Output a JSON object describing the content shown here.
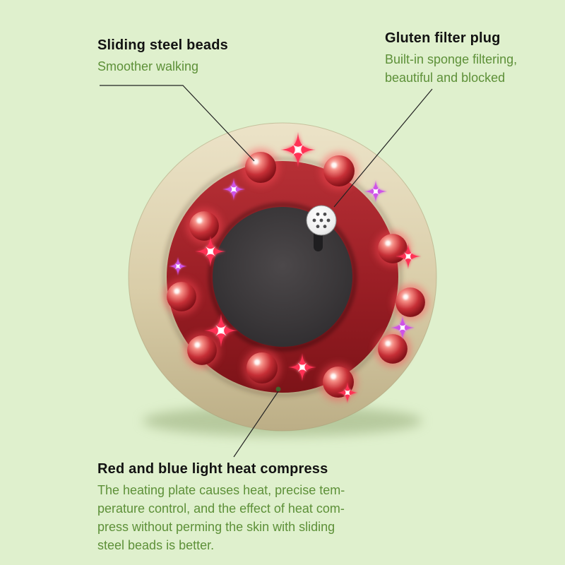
{
  "page": {
    "background_color": "#dff0cd"
  },
  "annotations": {
    "steel_beads": {
      "title": "Sliding steel beads",
      "subtitle": "Smoother walking"
    },
    "filter_plug": {
      "title": "Gluten filter plug",
      "lines": [
        "Built-in sponge filtering,",
        "beautiful and blocked"
      ]
    },
    "heat_compress": {
      "title": "Red and blue light heat compress",
      "lines": [
        "The heating plate causes heat, precise tem-",
        "perature control, and the effect of heat com-",
        "press without perming the skin with sliding",
        "steel beads is better."
      ]
    }
  },
  "device": {
    "colors": {
      "outer_ring": "#d9cda8",
      "red_ring": "#9c1f26",
      "center_disc": "#3a3739",
      "bead": "#c62f36",
      "sparkle_red": "#ff3355",
      "sparkle_purple": "#cf52e8",
      "plug": "#f4f4f4",
      "text_green": "#5d9038",
      "text_dark": "#121212"
    }
  }
}
